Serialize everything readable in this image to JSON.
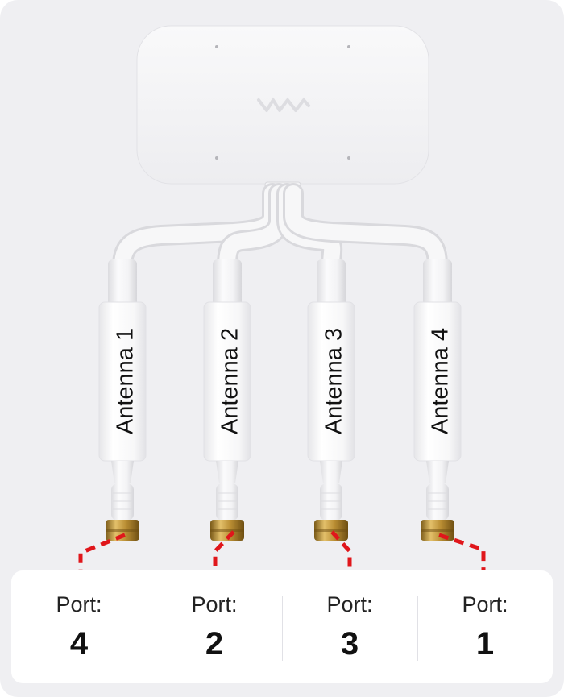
{
  "antennas": [
    {
      "label": "Antenna 1"
    },
    {
      "label": "Antenna 2"
    },
    {
      "label": "Antenna 3"
    },
    {
      "label": "Antenna 4"
    }
  ],
  "ports": [
    {
      "label": "Port:",
      "number": "4"
    },
    {
      "label": "Port:",
      "number": "2"
    },
    {
      "label": "Port:",
      "number": "3"
    },
    {
      "label": "Port:",
      "number": "1"
    }
  ],
  "colors": {
    "background": "#efeff2",
    "device": "#f6f6f8",
    "cable": "#f1f1f3",
    "connector_gold": "#b8923a",
    "dashed_line": "#e0161b",
    "panel": "#ffffff"
  },
  "icons": {
    "device_logo": "wave-logo-icon"
  }
}
